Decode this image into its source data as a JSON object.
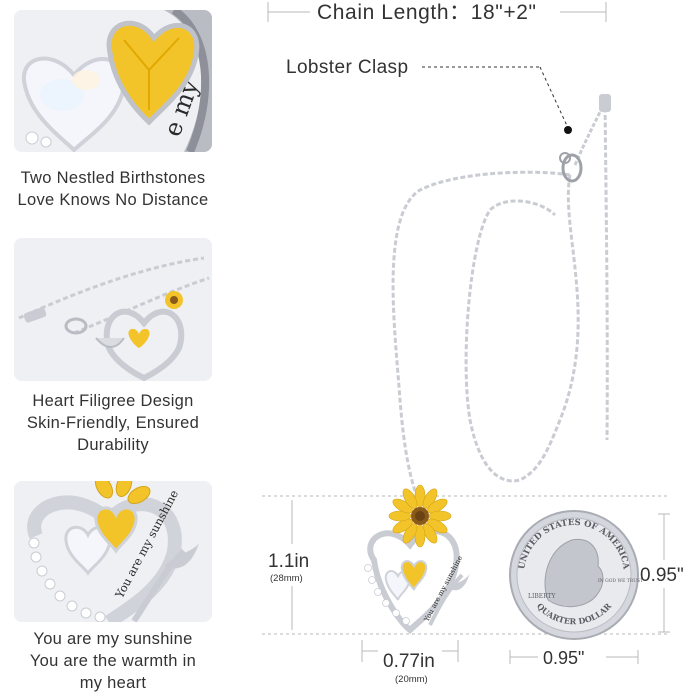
{
  "specs": {
    "chain_length": "Chain Length：18\"+2\"",
    "clasp_label": "Lobster Clasp",
    "pendant_height": "1.1in",
    "pendant_height_mm": "(28mm)",
    "pendant_width": "0.77in",
    "pendant_width_mm": "(20mm)",
    "coin_height": "0.95\"",
    "coin_width": "0.95\""
  },
  "features": [
    {
      "caption": [
        "Two Nestled Birthstones",
        "Love Knows No Distance"
      ]
    },
    {
      "caption": [
        "Heart Filigree Design",
        "Skin-Friendly, Ensured",
        "Durability"
      ]
    },
    {
      "caption": [
        "You are my sunshine",
        "You are the warmth in",
        "my heart"
      ]
    }
  ],
  "engravings": {
    "pendant": "You are my sunshine",
    "closeup": "You are my sunshine",
    "birthstone_closeup": "e my"
  },
  "coin": {
    "top_text": "UNITED STATES OF AMERICA",
    "bottom_text": "QUARTER DOLLAR",
    "liberty": "LIBERTY",
    "motto": "IN GOD WE TRUST"
  },
  "colors": {
    "text": "#333333",
    "dimension_line": "#b8b8b8",
    "panel_bg": "#eef0f4",
    "silver": "#c9ccd2",
    "gold": "#f2c42a",
    "opal": "#f4f6fb"
  }
}
